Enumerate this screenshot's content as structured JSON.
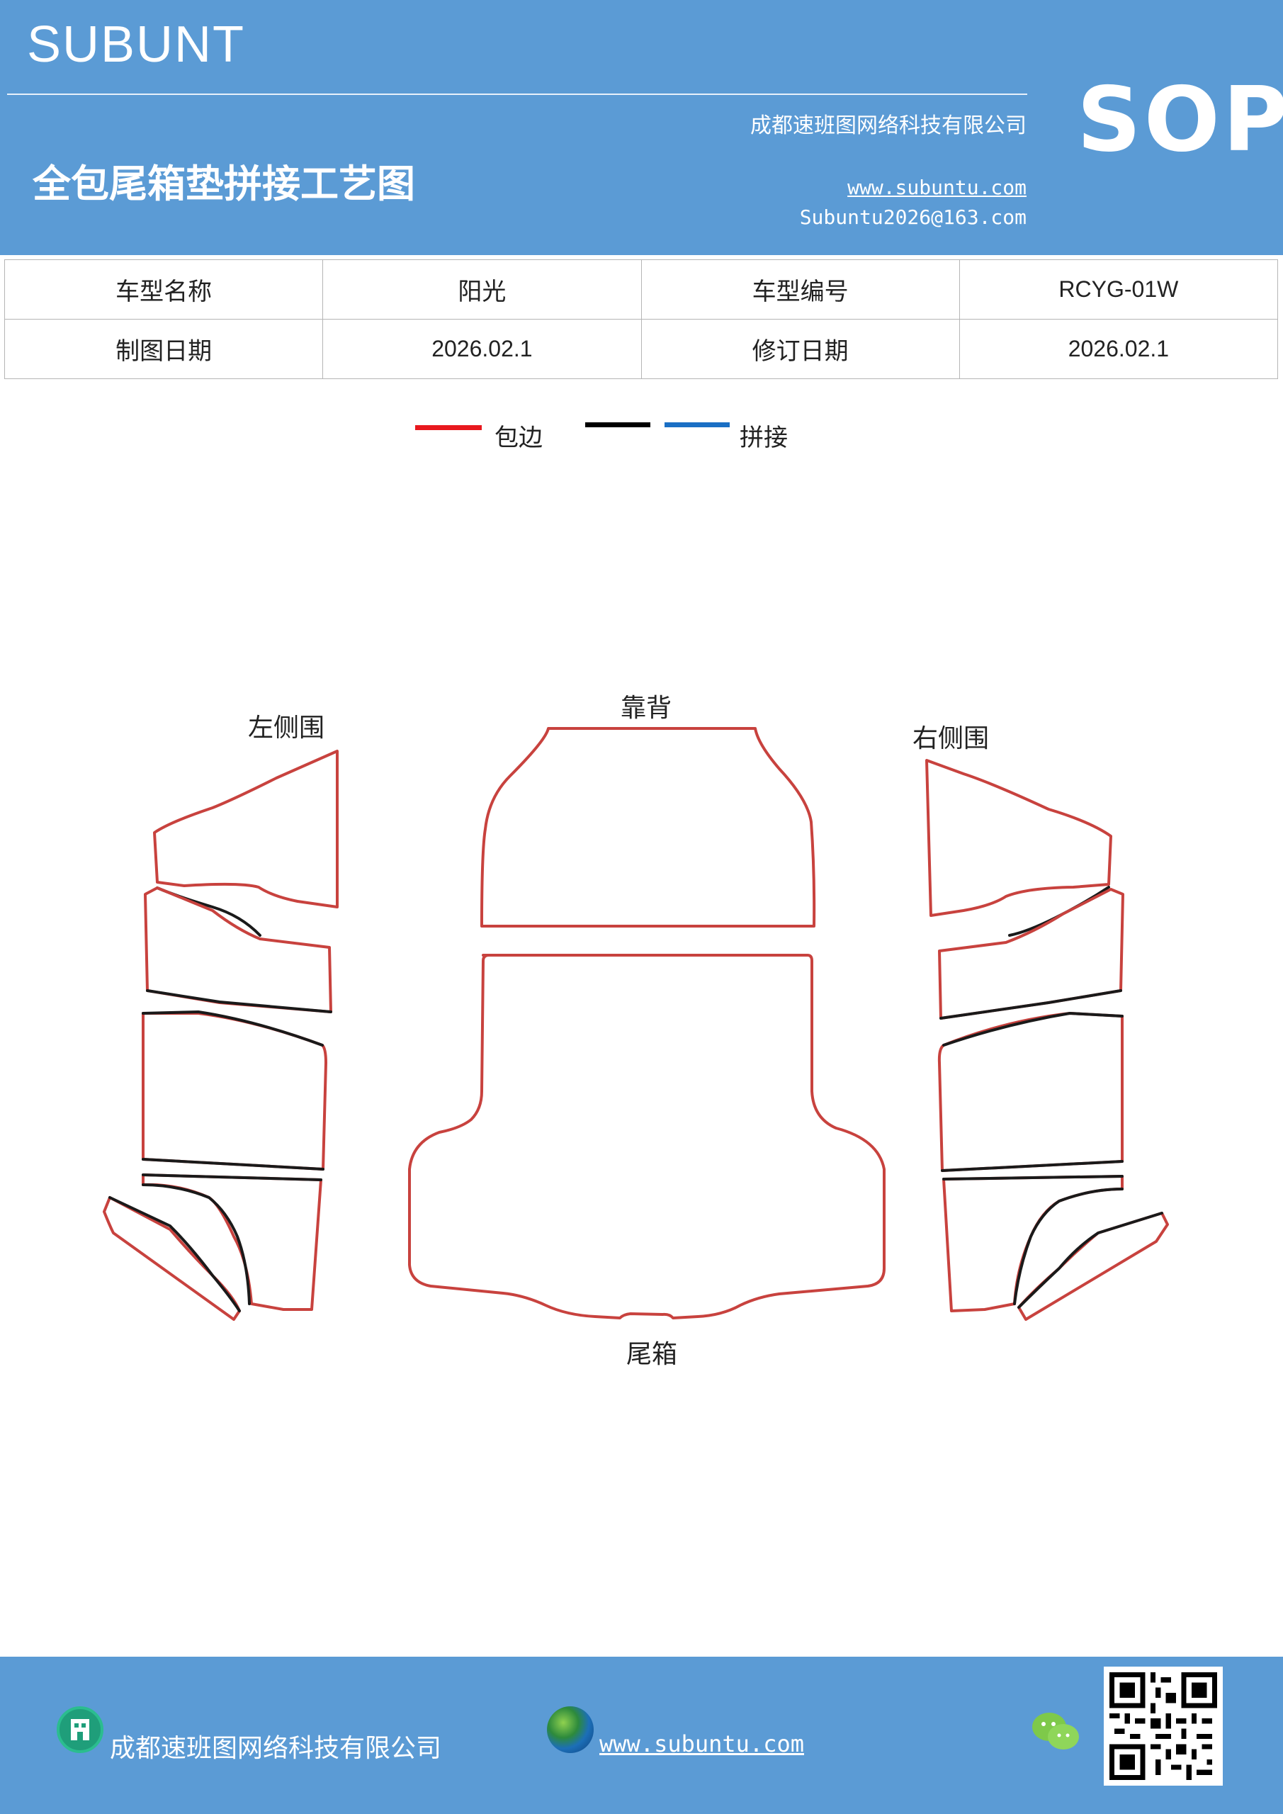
{
  "header": {
    "brand": "SUBUNT",
    "company": "成都速班图网络科技有限公司",
    "title": "全包尾箱垫拼接工艺图",
    "website": "www.subuntu.com",
    "email": "Subuntu2026@163.com",
    "sop": "SOP"
  },
  "info_table": {
    "rows": [
      {
        "label1": "车型名称",
        "value1": "阳光",
        "label2": "车型编号",
        "value2": "RCYG-01W"
      },
      {
        "label1": "制图日期",
        "value1": "2026.02.1",
        "label2": "修订日期",
        "value2": "2026.02.1"
      }
    ]
  },
  "legend": {
    "items": [
      {
        "label": "包边",
        "color": "#e8181e"
      },
      {
        "label": "",
        "color": "#000000"
      },
      {
        "label": "拼接",
        "color": "#1a6fc4"
      }
    ]
  },
  "diagram": {
    "labels": {
      "left": "左侧围",
      "back": "靠背",
      "right": "右侧围",
      "trunk": "尾箱"
    },
    "colors": {
      "edge": "#c8423e",
      "seam": "#1a1a1a"
    }
  },
  "footer": {
    "company": "成都速班图网络科技有限公司",
    "website": "www.subuntu.com",
    "icons": [
      "building-icon",
      "globe-icon",
      "wechat-icon",
      "qr-code"
    ]
  }
}
